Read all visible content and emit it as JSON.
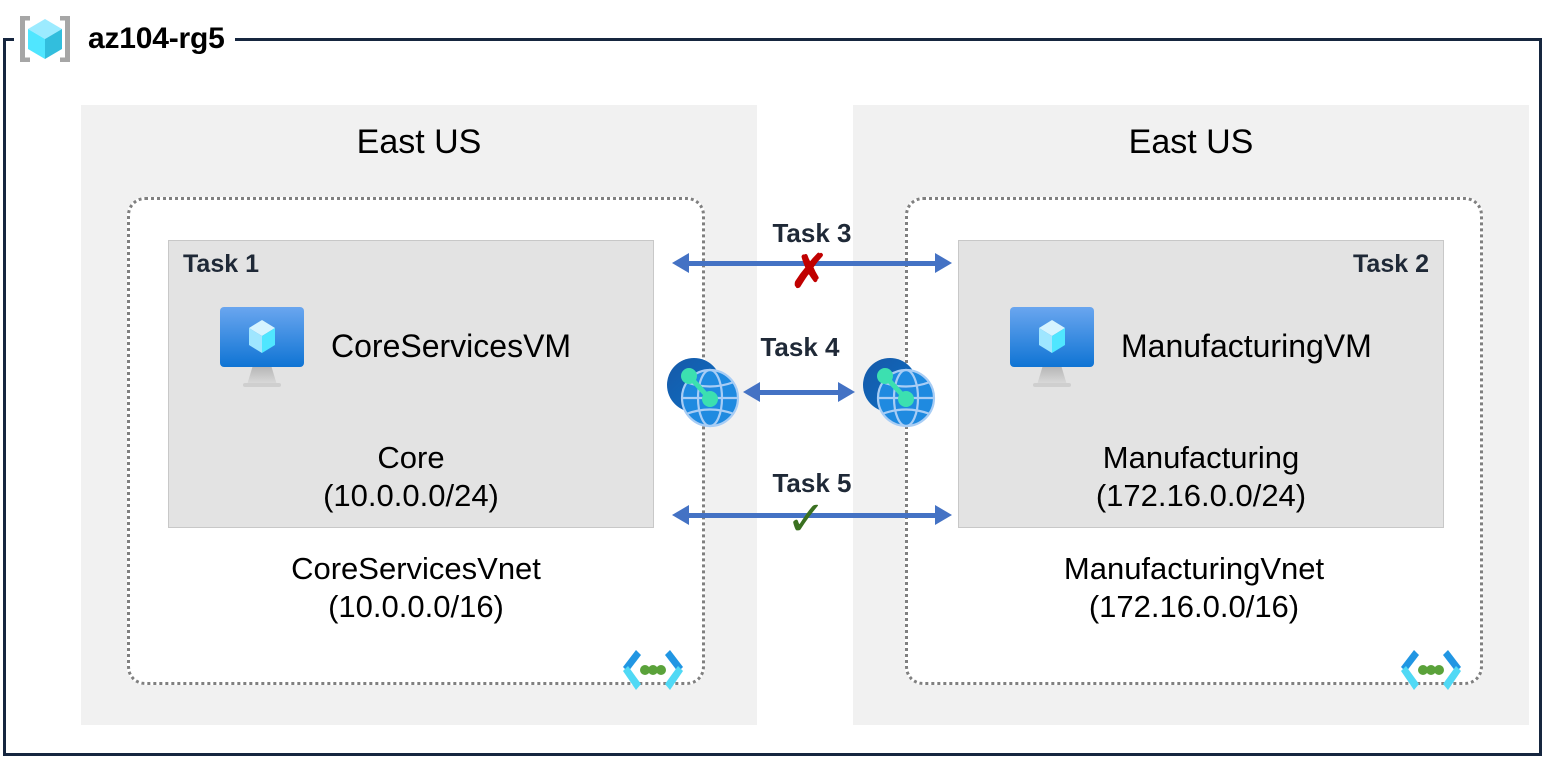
{
  "resource_group": {
    "title": "az104-rg5",
    "icon": "resource-group-cube-icon"
  },
  "regions": [
    {
      "id": "left",
      "label": "East US"
    },
    {
      "id": "right",
      "label": "East US"
    }
  ],
  "vnets": [
    {
      "id": "core",
      "name": "CoreServicesVnet",
      "cidr": "(10.0.0.0/16)",
      "corner_icon": "virtual-network-icon",
      "subnet": {
        "task": "Task 1",
        "task_align": "left",
        "vm_name": "CoreServicesVM",
        "vm_icon": "virtual-machine-icon",
        "subnet_name": "Core",
        "subnet_cidr": "(10.0.0.0/24)"
      }
    },
    {
      "id": "manufacturing",
      "name": "ManufacturingVnet",
      "cidr": "(172.16.0.0/16)",
      "corner_icon": "virtual-network-icon",
      "subnet": {
        "task": "Task 2",
        "task_align": "right",
        "vm_name": "ManufacturingVM",
        "vm_icon": "virtual-machine-icon",
        "subnet_name": "Manufacturing",
        "subnet_cidr": "(172.16.0.0/24)"
      }
    }
  ],
  "connections": [
    {
      "id": "task3",
      "label": "Task 3",
      "status_mark": "✗",
      "status": "blocked",
      "status_color": "#c00000",
      "arrow_style": "double-headed"
    },
    {
      "id": "task4",
      "label": "Task 4",
      "status_mark": "",
      "status": "peering",
      "arrow_style": "double-headed"
    },
    {
      "id": "task5",
      "label": "Task 5",
      "status_mark": "✓",
      "status": "allowed",
      "status_color": "#3a7020",
      "arrow_style": "double-headed"
    }
  ],
  "peering_icons": [
    {
      "id": "peer-left",
      "icon": "vnet-peering-icon"
    },
    {
      "id": "peer-right",
      "icon": "vnet-peering-icon"
    }
  ],
  "colors": {
    "frame": "#16263f",
    "region_bg": "#f1f1f1",
    "subnet_bg": "#e3e3e3",
    "arrow": "#4472c4",
    "blocked": "#c00000",
    "allowed": "#3a7020",
    "azure_blue": "#0f74d4",
    "azure_cyan": "#50e6ff"
  }
}
